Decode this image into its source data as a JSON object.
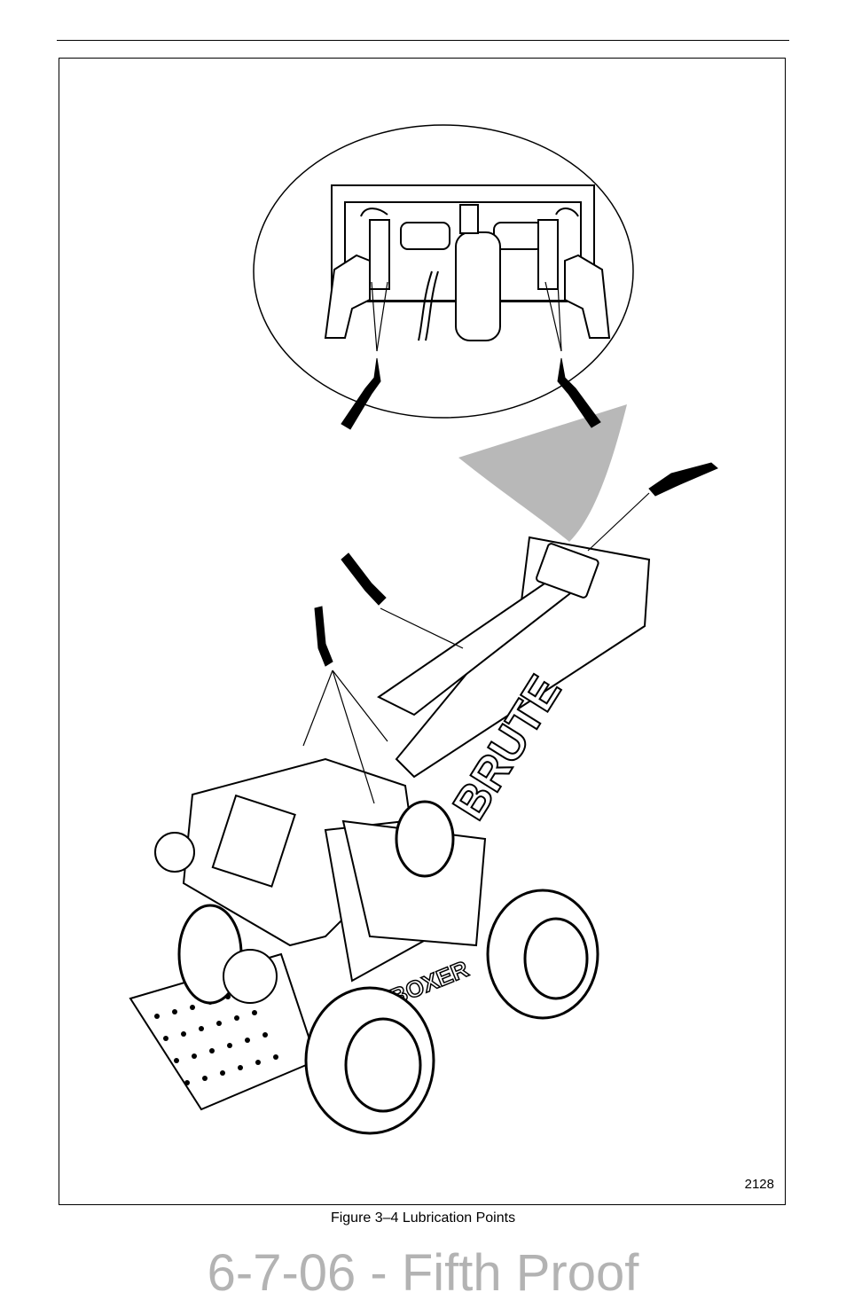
{
  "figure": {
    "number_label": "2128",
    "caption": "Figure 3–4 Lubrication Points",
    "arm_text": "BRUTE",
    "body_text": "BOXER",
    "inset_fill": "#b8b8b8"
  },
  "watermark": {
    "text": "6-7-06 - Fifth Proof",
    "color": "#b3b3b3"
  }
}
